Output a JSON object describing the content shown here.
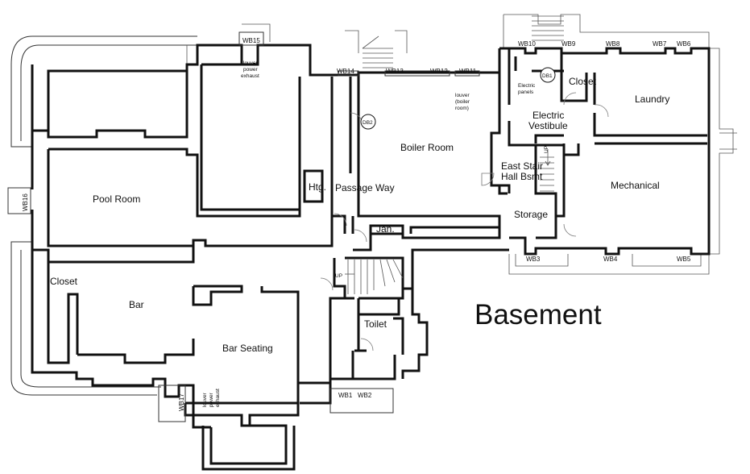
{
  "title": "Basement",
  "rooms": {
    "pool_room": "Pool Room",
    "closet_west": "Closet",
    "bar": "Bar",
    "bar_seating": "Bar Seating",
    "htg": "Htg.",
    "passage_way": "Passage Way",
    "boiler_room": "Boiler Room",
    "jan": "Jan.",
    "toilet": "Toilet",
    "east_stair_line1": "East Stair",
    "east_stair_line2": "Hall Bsmt",
    "storage": "Storage",
    "electric_line1": "Electric",
    "electric_line2": "Vestibule",
    "closet_east": "Closet",
    "laundry": "Laundry",
    "mechanical": "Mechanical"
  },
  "wells": {
    "wb1": "WB1",
    "wb2": "WB2",
    "wb3": "WB3",
    "wb4": "WB4",
    "wb5": "WB5",
    "wb6": "WB6",
    "wb7": "WB7",
    "wb8": "WB8",
    "wb9": "WB9",
    "wb10": "WB10",
    "wb11": "WB11",
    "wb12": "WB12",
    "wb13": "WB13",
    "wb14": "WB14",
    "wb15": "WB15",
    "wb16": "WB16",
    "wb17": "WB17"
  },
  "notes": {
    "louver_power_1": "louver",
    "louver_power_2": "power",
    "louver_power_3": "exhaust",
    "louver_boiler_1": "louver",
    "louver_boiler_2": "(boiler",
    "louver_boiler_3": "room)",
    "electric_panels_1": "Electric",
    "electric_panels_2": "panels",
    "up_west": "UP",
    "up_east": "UP"
  },
  "symbols": {
    "db1": "DB1",
    "db2": "DB2"
  }
}
